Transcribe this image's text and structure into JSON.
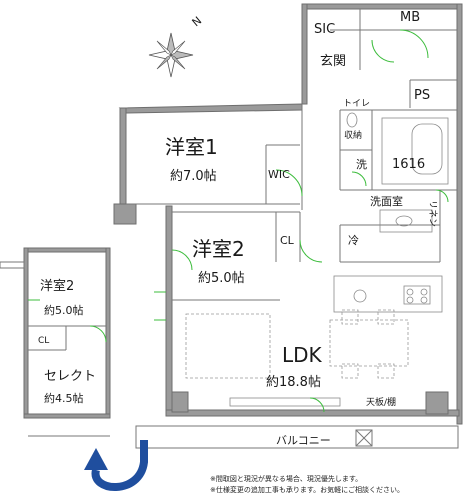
{
  "compass": {
    "north_label": "N"
  },
  "rooms": {
    "sic": "SIC",
    "mb": "MB",
    "entrance": "玄関",
    "ps": "PS",
    "toilet": "トイレ",
    "storage": "収納",
    "wash": "洗",
    "bath": "1616",
    "washroom": "洗面室",
    "fridge": "冷",
    "western1_name": "洋室1",
    "western1_size": "約7.0帖",
    "wic": "WIC",
    "western2_name": "洋室2",
    "western2_size": "約5.0帖",
    "cl_right": "CL",
    "ldk_name": "LDK",
    "ldk_size": "約18.8帖",
    "balcony": "バルコニー",
    "linen": "リネン",
    "kitchen_note": "天板/棚"
  },
  "select_plan": {
    "western2_name": "洋室2",
    "western2_size": "約5.0帖",
    "cl": "CL",
    "select_name": "セレクト",
    "select_size": "約4.5帖"
  },
  "notes": [
    "※間取図と現況が異なる場合、現況優先します。",
    "※仕様変更の追加工事も承ります。お気軽にご相談ください。"
  ]
}
